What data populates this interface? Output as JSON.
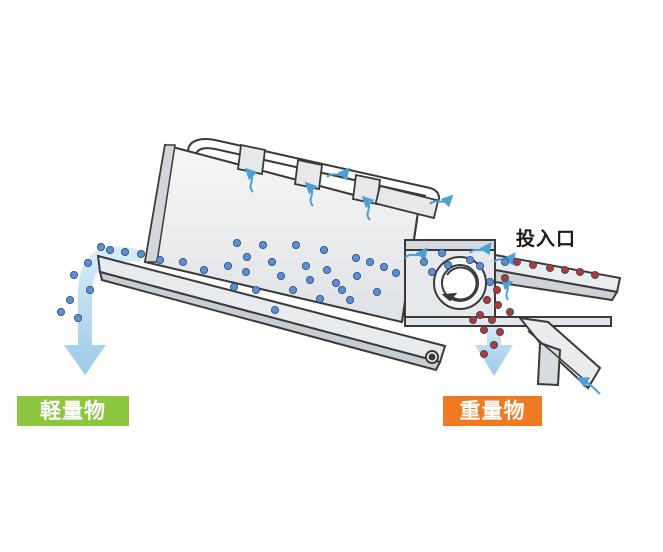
{
  "labels": {
    "light_material": "軽量物",
    "heavy_material": "重量物",
    "inlet": "投入口"
  },
  "colors": {
    "light_label_bg": "#8cc63f",
    "heavy_label_bg": "#f07a23",
    "light_particle": "#5b8fd4",
    "heavy_particle": "#b03a2e",
    "airflow": "#6aaee0",
    "outflow_arrow": "#a9d3ee",
    "machine_fill": "#eef0f2",
    "machine_stroke": "#3a3a3a"
  }
}
